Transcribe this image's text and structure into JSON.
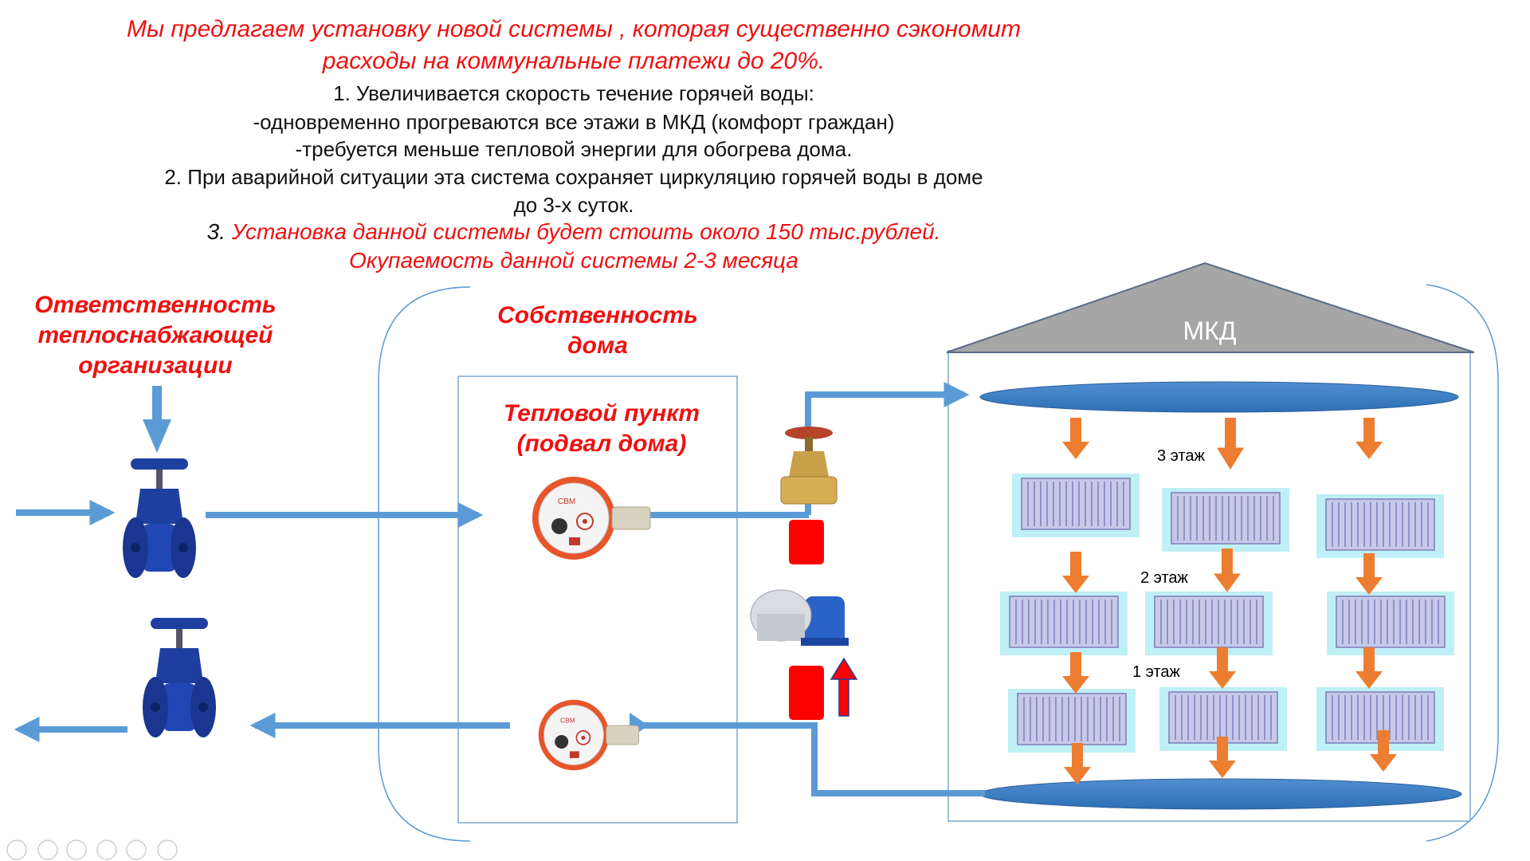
{
  "header": {
    "line1": "Мы предлагаем установку новой системы , которая существенно сэкономит",
    "line2": "расходы на коммунальные платежи до 20%.",
    "line3": "1. Увеличивается скорость течение горячей  воды:",
    "line4": "-одновременно прогреваются все этажи в  МКД (комфорт  граждан)",
    "line5": "-требуется меньше тепловой  энергии для обогрева дома.",
    "line6": "2. При аварийной  ситуации  эта система сохраняет циркуляцию горячей воды в доме",
    "line7": "до 3-х  суток.",
    "line8_num": "3.",
    "line8": "Установка данной системы будет стоить около   150 тыс.рублей.",
    "line9": "Окупаемость данной системы  2-3 месяца"
  },
  "labels": {
    "responsibility": [
      "Ответственность",
      "теплоснабжающей",
      "организации"
    ],
    "ownership": [
      "Собственность",
      "дома"
    ],
    "heat_point": [
      "Тепловой пункт",
      "(подвал дома)"
    ],
    "building": "МКД",
    "floor3": "3 этаж",
    "floor2": "2 этаж",
    "floor1": "1 этаж"
  },
  "colors": {
    "pipe": "#5b9bd5",
    "accent_red": "#ee1111",
    "arrow_orange": "#ed7d31",
    "roof": "#a6a6a6",
    "valve_blue": "#1f3fa0"
  }
}
